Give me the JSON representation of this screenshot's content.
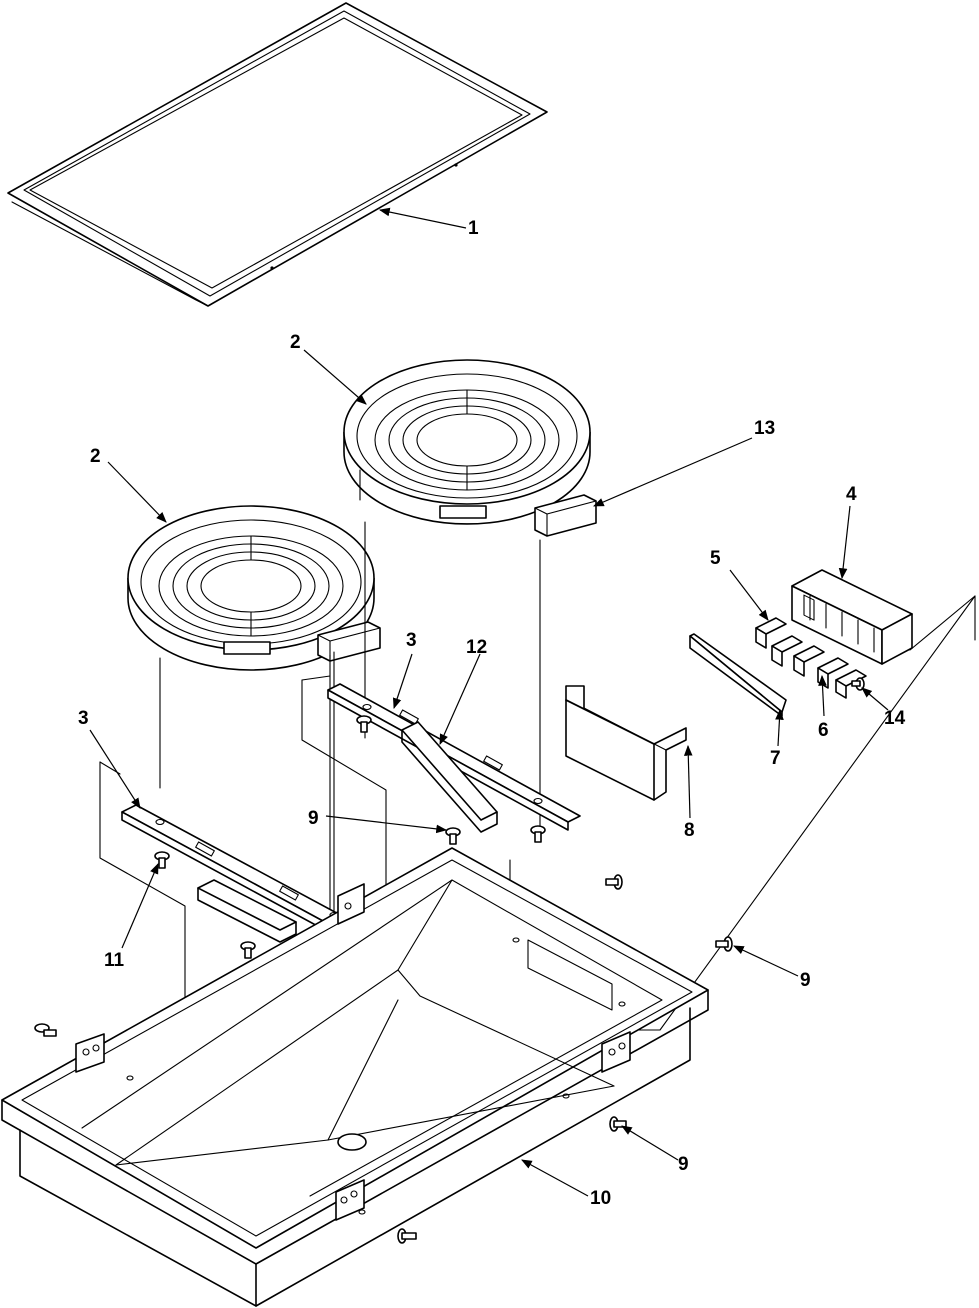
{
  "callouts": {
    "c1": "1",
    "c2a": "2",
    "c2b": "2",
    "c3a": "3",
    "c3b": "3",
    "c4": "4",
    "c5": "5",
    "c6": "6",
    "c7": "7",
    "c8": "8",
    "c9a": "9",
    "c9b": "9",
    "c9c": "9",
    "c10": "10",
    "c11": "11",
    "c12": "12",
    "c13": "13",
    "c14": "14"
  }
}
